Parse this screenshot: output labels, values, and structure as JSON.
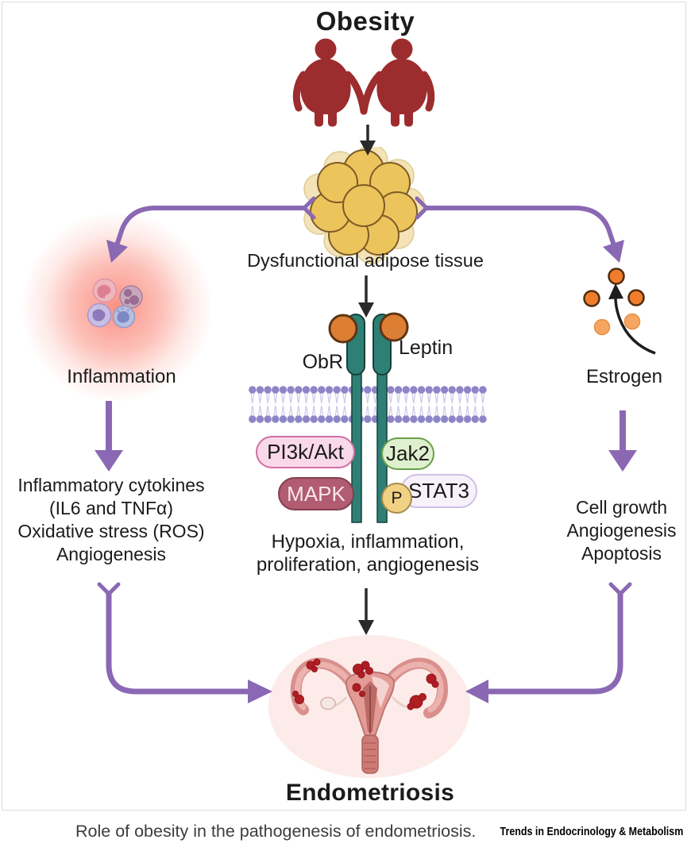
{
  "figure": {
    "title": "Obesity",
    "adipose_label": "Dysfunctional adipose tissue",
    "inflammation": {
      "label": "Inflammation",
      "effects": [
        "Inflammatory cytokines",
        "(IL6 and TNFα)",
        "Oxidative stress (ROS)",
        "Angiogenesis"
      ]
    },
    "leptin_signaling": {
      "receptor": "ObR",
      "ligand": "Leptin",
      "molecules": {
        "pi3k_akt": "PI3k/Akt",
        "jak2": "Jak2",
        "mapk": "MAPK",
        "stat3": "STAT3",
        "phospho": "P"
      },
      "effects": [
        "Hypoxia, inflammation,",
        "proliferation, angiogenesis"
      ]
    },
    "estrogen": {
      "label": "Estrogen",
      "effects": [
        "Cell growth",
        "Angiogenesis",
        "Apoptosis"
      ]
    },
    "outcome_label": "Endometriosis"
  },
  "caption": {
    "text": "Role of obesity in the pathogenesis of endometriosis.",
    "journal": "Trends in Endocrinology & Metabolism"
  },
  "icons": {
    "obese_couple": "obese-couple-icon",
    "adipocytes": "adipocyte-cluster-icon",
    "inflammation_cells": "inflammation-cells-icon",
    "leptin_receptor": "leptin-receptor-icon",
    "cell_membrane": "cell-membrane-icon",
    "estrogen_molecules": "estrogen-molecules-icon",
    "uterus": "uterus-endometriosis-icon"
  },
  "colors": {
    "arrow_purple": "#8a68b3",
    "arrow_black": "#2a2a2a",
    "figure_red": "#9d2c2e",
    "adipocyte_yellow": "#ecc45c",
    "receptor_teal": "#2e8076",
    "leptin_orange": "#dd7e35",
    "membrane_purple": "#8d85c7",
    "inflammation_glow": "#f84b37",
    "pi3k_pink": "#f9d9e9",
    "jak2_green": "#def0cd",
    "mapk_maroon": "#b15c70",
    "stat3_lavender": "#f7f1fb",
    "phospho_yellow": "#f1d284",
    "lesion_red": "#b01d23",
    "uterus_pink": "#e49b96",
    "ellipse_pink": "#fcebe9"
  }
}
